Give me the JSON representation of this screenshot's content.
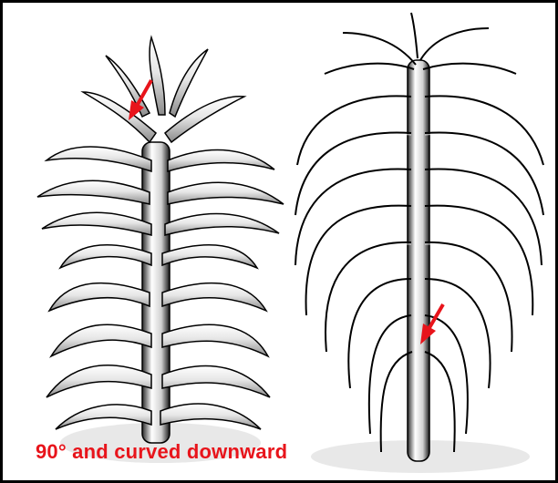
{
  "figure": {
    "caption": "90° and curved downward",
    "annotation_color": "#e8141b",
    "line_color": "#000000",
    "background": "#ffffff",
    "left_illustration": {
      "subject": "plant-with-upward-curving-leaves",
      "arrow_count": 1
    },
    "right_illustration": {
      "subject": "plant-with-leaves-at-90-degrees-curving-downward",
      "arrow_count": 1
    }
  }
}
